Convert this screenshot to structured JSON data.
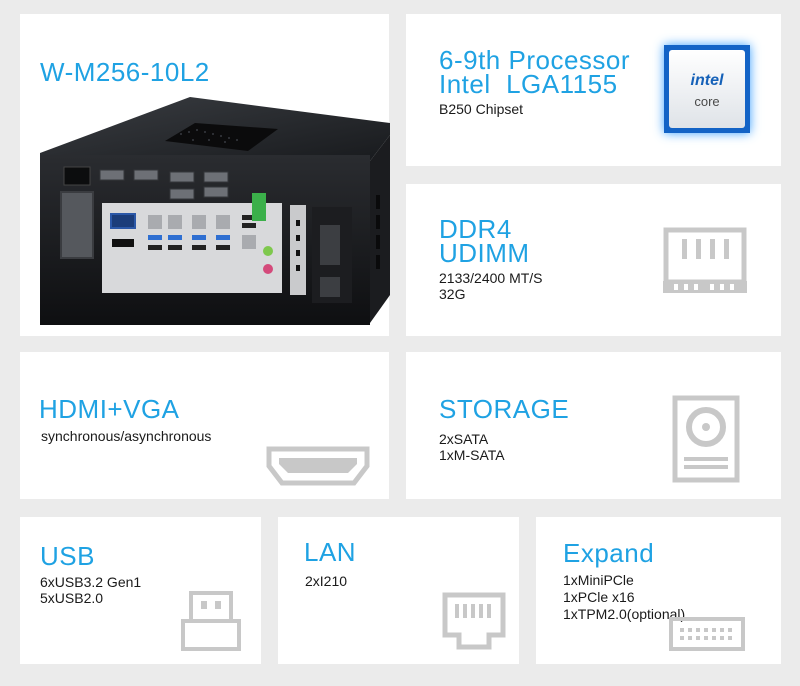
{
  "product": {
    "model": "W-M256-10L2"
  },
  "processor": {
    "title_line1": "6-9th Processor",
    "title_line2": "Intel  LGA1155",
    "detail": "B250 Chipset",
    "logo_brand": "intel",
    "logo_sub": "core",
    "logo_icon": "intel-core-logo"
  },
  "memory": {
    "title_line1": "DDR4",
    "title_line2": "UDIMM",
    "detail_line1": "2133/2400 MT/S",
    "detail_line2": "32G",
    "icon": "ram-module-icon"
  },
  "display": {
    "title": "HDMI+VGA",
    "detail": "synchronous/asynchronous",
    "icon": "hdmi-port-icon"
  },
  "storage": {
    "title": "STORAGE",
    "detail_line1": "2xSATA",
    "detail_line2": "1xM-SATA",
    "icon": "hard-drive-icon"
  },
  "usb": {
    "title": "USB",
    "detail_line1": "6xUSB3.2 Gen1",
    "detail_line2": "5xUSB2.0",
    "icon": "usb-port-icon"
  },
  "lan": {
    "title": "LAN",
    "detail": "2xI210",
    "icon": "ethernet-port-icon"
  },
  "expand": {
    "title": "Expand",
    "detail_line1": "1xMiniPCle",
    "detail_line2": "1xPCle x16",
    "detail_line3": "1xTPM2.0(optional)",
    "icon": "expansion-slot-icon"
  },
  "colors": {
    "accent": "#1fa2e3",
    "icon_gray": "#c8c8c8",
    "background": "#ebebeb",
    "card": "#ffffff"
  }
}
